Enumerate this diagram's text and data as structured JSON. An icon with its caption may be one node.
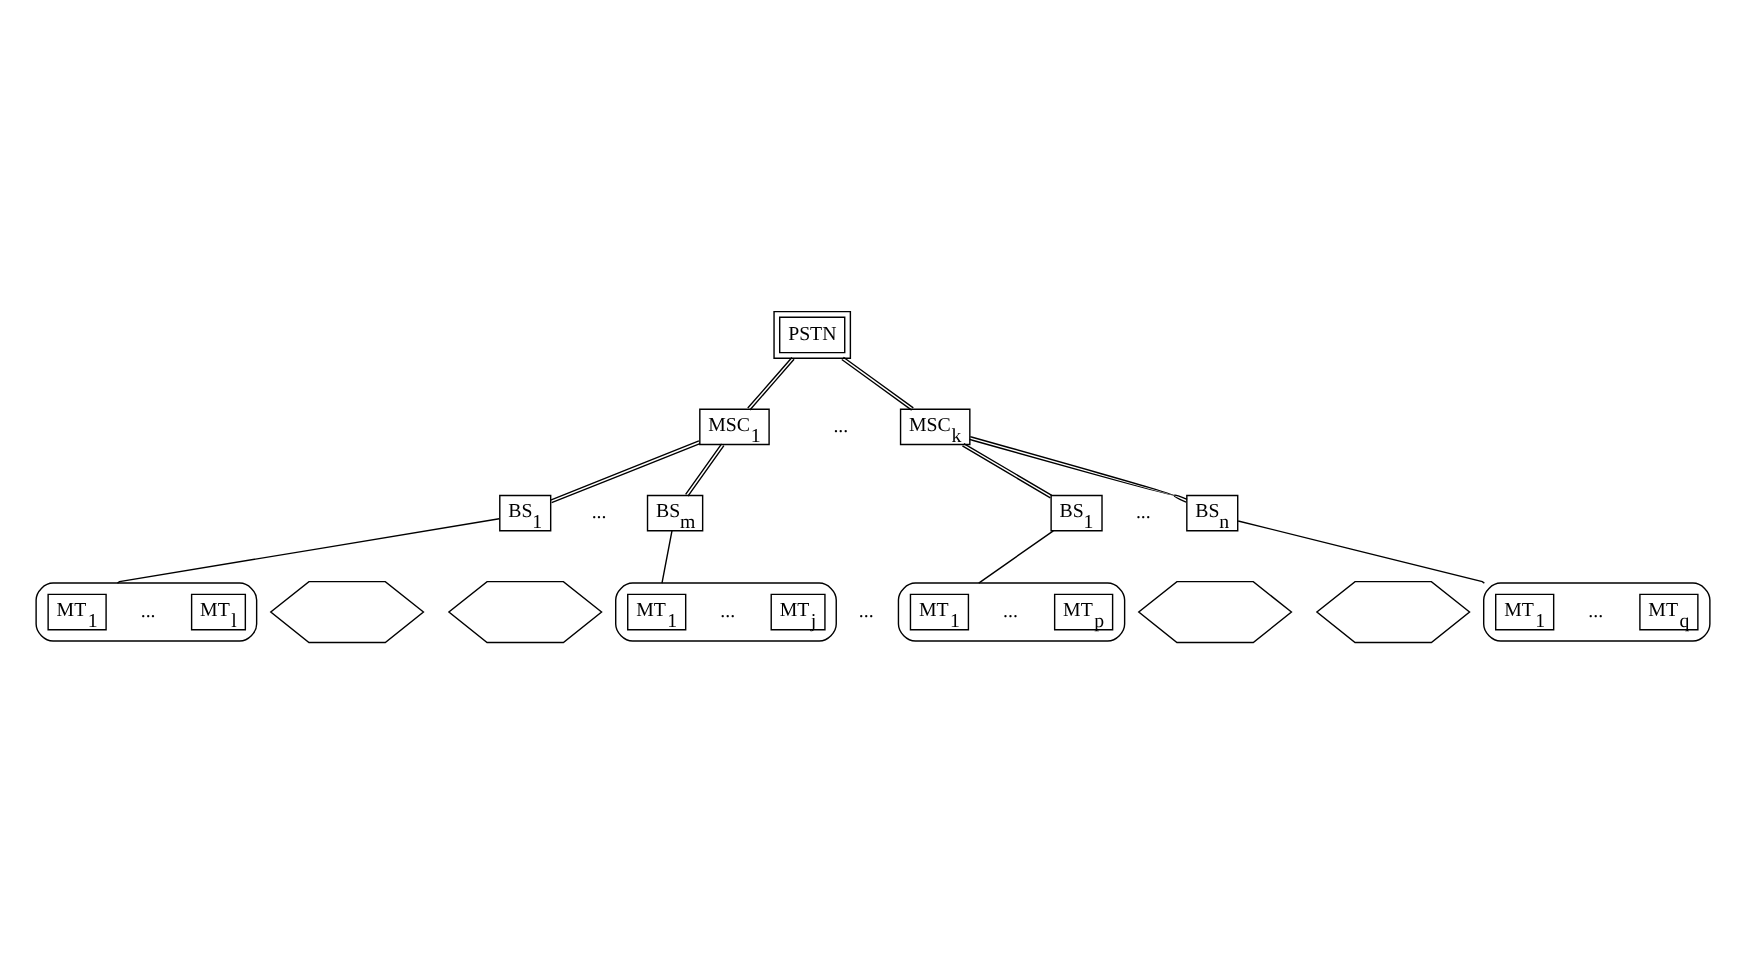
{
  "diagram": {
    "nodes": [
      {
        "text": [
          "PSTN"
        ]
      },
      {
        "text": [
          "MSC$_{1}$"
        ]
      },
      {
        "text": [
          "MSC$_{k}$"
        ]
      },
      {
        "text": [
          "BS$_{1}$"
        ]
      },
      {
        "text": [
          "BS$_{m}$"
        ]
      },
      {
        "text": [
          "BS$_{1}$"
        ]
      },
      {
        "text": [
          "BS$_{n}$"
        ]
      },
      {
        "text": [],
        "shape": "hexagon"
      },
      {
        "text": [
          "MT$_{1}$"
        ],
        "in": 7
      },
      {
        "text": [
          "MT$_{l}$"
        ],
        "in": 7
      },
      {
        "text": [],
        "shape": "hexagon"
      },
      {
        "text": [
          "MT$_{1}$"
        ],
        "in": 10
      },
      {
        "text": [
          "MT$_{j}$"
        ],
        "in": 10
      },
      {
        "text": [],
        "shape": "hexagon"
      },
      {
        "text": [
          "MT$_{1}$"
        ],
        "in": 13
      },
      {
        "text": [
          "MT$_{p}$"
        ],
        "in": 13
      },
      {
        "text": [],
        "shape": "hexagon"
      },
      {
        "text": [
          "MT$_{1}$"
        ],
        "in": 16
      },
      {
        "text": [
          "MT$_{q}$"
        ],
        "in": 16
      },
      {
        "text": [],
        "shape": "hexagon"
      },
      {
        "text": [],
        "shape": "hexagon"
      },
      {
        "text": [],
        "shape": "hexagon"
      },
      {
        "text": [],
        "shape": "hexagon"
      }
    ],
    "edges": [
      {
        "from": 0,
        "to": 1,
        "arrow": "none"
      },
      {
        "from": 0,
        "to": 2,
        "arrow": "none"
      },
      {
        "from": 1,
        "to": 3,
        "arrow": "none"
      },
      {
        "from": 1,
        "to": 4,
        "arrow": "none"
      },
      {
        "from": 2,
        "to": 5,
        "arrow": "none"
      },
      {
        "from": 2,
        "to": 6,
        "arrow": "none"
      },
      {
        "from": 3,
        "to": 7,
        "arrow": "none"
      },
      {
        "from": 4,
        "to": 10,
        "arrow": "none"
      },
      {
        "from": 5,
        "to": 13,
        "arrow": "none"
      },
      {
        "from": 6,
        "to": 16,
        "arrow": "none"
      }
    ],
    "labels": [
      "...",
      "...",
      "...",
      "...",
      "...",
      "...",
      "...",
      "..."
    ]
  }
}
